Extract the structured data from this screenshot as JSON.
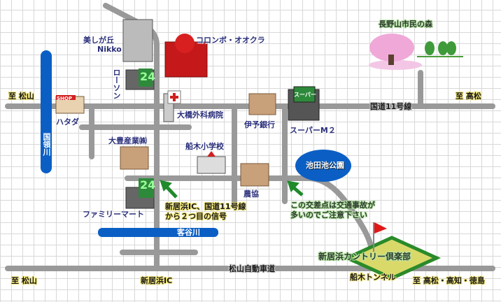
{
  "title_landmarks": {
    "forest": "長野山市民の森",
    "nikko": "美しが丘\nNikko",
    "nikko_line1": "美しが丘",
    "nikko_line2": "Nikko",
    "colombo": "コロンボ・オオクラ",
    "lawson": "ローソン",
    "hospital": "大橋外科病院",
    "hatada": "ハタダ",
    "shop_sign": "SHOP",
    "iyo_bank": "伊予銀行",
    "super_m2": "スーパーM２",
    "super_sign": "スーパー",
    "daido": "大豊産業㈱",
    "funaki_school": "船木小学校",
    "nokyo": "農協",
    "ikedaike_park": "池田池公園",
    "familymart": "ファミリーマート",
    "country_club": "新居浜カントリー倶楽部",
    "funaki_tunnel": "船木トンネル",
    "lawson_sign": "24",
    "familymart_sign": "24"
  },
  "roads": {
    "to_matsuyama_top": "至 松山",
    "to_takamatsu_top": "至 高松",
    "route11": "国道11号線",
    "to_matsuyama_bottom": "至 松山",
    "expressway": "松山自動車道",
    "niihama_ic": "新居浜IC",
    "to_takamatsu_bottom": "至 高松・高知・徳島"
  },
  "rivers": {
    "kokuryo": "国領川",
    "kyakudani": "客谷川"
  },
  "notes": {
    "directions_line1": "新居浜IC、国道11号線",
    "directions_line2": "から２つ目の信号",
    "caution_line1": "この交差点は交通事故が",
    "caution_line2": "多いのでご注意下さい"
  },
  "colors": {
    "road": "#999999",
    "river": "#0b5fc4",
    "arrow": "#1f8a2a",
    "grid": "#d8d8d8"
  }
}
